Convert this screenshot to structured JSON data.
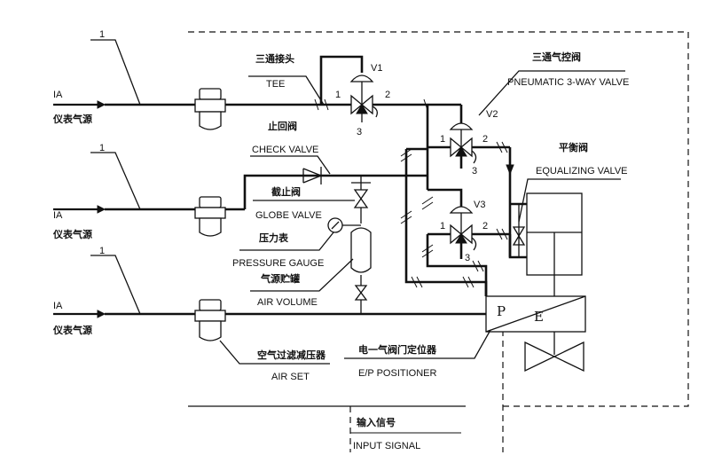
{
  "labels": {
    "line_no": "1",
    "ia": "IA",
    "ia_cn": "仪表气源",
    "tee_cn": "三通接头",
    "tee_en": "TEE",
    "v1": "V1",
    "v2": "V2",
    "v3": "V3",
    "port1": "1",
    "port2": "2",
    "port3": "3",
    "check_cn": "止回阀",
    "check_en": "CHECK VALVE",
    "globe_cn": "截止阀",
    "globe_en": "GLOBE VALVE",
    "gauge_cn": "压力表",
    "gauge_en": "PRESSURE GAUGE",
    "volume_cn": "气源贮罐",
    "volume_en": "AIR VOLUME",
    "p3w_cn": "三通气控阀",
    "p3w_en": "PNEUMATIC 3-WAY VALVE",
    "eq_cn": "平衡阀",
    "eq_en": "EQUALIZING VALVE",
    "airset_cn": "空气过滤减压器",
    "airset_en": "AIR SET",
    "ep_cn": "电一气阀门定位器",
    "ep_en": "E/P POSITIONER",
    "positioner_p": "P",
    "positioner_e": "E",
    "input_cn": "输入信号",
    "input_en": "INPUT SIGNAL"
  }
}
